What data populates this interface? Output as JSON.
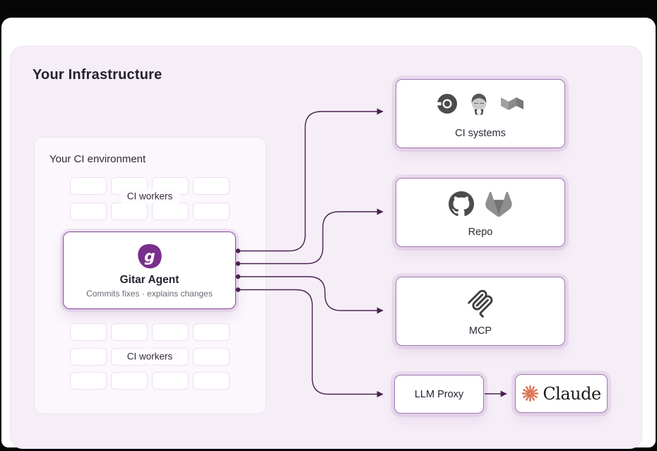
{
  "title": "Your Infrastructure",
  "colors": {
    "accent_purple": "#7a2e8d",
    "connector": "#4a2152",
    "node_border": "#a077b3",
    "canvas_bg": "#f6eef7",
    "claude_orange": "#d9785a"
  },
  "ci_environment": {
    "title": "Your CI environment",
    "workers_top": {
      "label": "CI workers",
      "box_count": 8
    },
    "workers_bottom": {
      "label": "CI workers",
      "box_count": 12
    }
  },
  "agent": {
    "name": "Gitar Agent",
    "subtitle": "Commits fixes · explains changes",
    "icon": "gitar-logo-icon"
  },
  "nodes": [
    {
      "label": "CI systems",
      "icons": [
        "circleci-icon",
        "jenkins-icon",
        "buildkite-icon"
      ]
    },
    {
      "label": "Repo",
      "icons": [
        "github-icon",
        "gitlab-icon"
      ]
    },
    {
      "label": "MCP",
      "icons": [
        "mcp-icon"
      ]
    },
    {
      "label": "LLM Proxy",
      "icons": []
    },
    {
      "label": "Claude",
      "icons": [
        "anthropic-starburst-icon"
      ]
    }
  ],
  "connections": [
    {
      "from": "Gitar Agent",
      "to": "CI systems"
    },
    {
      "from": "Gitar Agent",
      "to": "Repo"
    },
    {
      "from": "Gitar Agent",
      "to": "MCP"
    },
    {
      "from": "Gitar Agent",
      "to": "LLM Proxy"
    },
    {
      "from": "LLM Proxy",
      "to": "Claude"
    }
  ]
}
